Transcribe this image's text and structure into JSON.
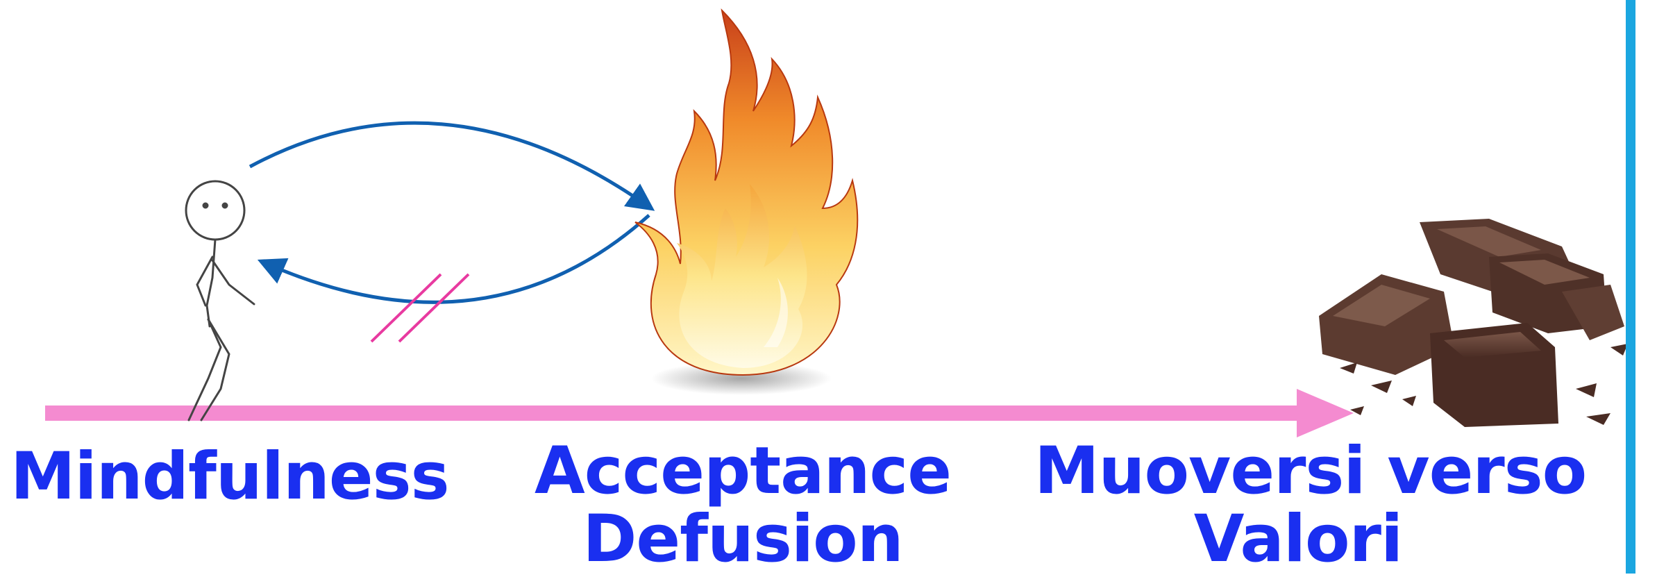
{
  "labels": {
    "mindfulness": "Mindfulness",
    "acceptance": "Acceptance",
    "defusion": "Defusion",
    "muoversi": "Muoversi verso",
    "valori": "Valori"
  },
  "colors": {
    "text": "#1a2ff0",
    "timeline": "#f48bd0",
    "arc": "#1060b0",
    "strike": "#e83aa0",
    "right_bar": "#1ba6e0",
    "flame_outer": "#e0641a",
    "flame_inner": "#fcd264",
    "chocolate": "#5a3a30"
  },
  "icons": {
    "person": "stick-figure-icon",
    "fire": "flame-icon",
    "goal": "chocolate-pieces-icon"
  }
}
